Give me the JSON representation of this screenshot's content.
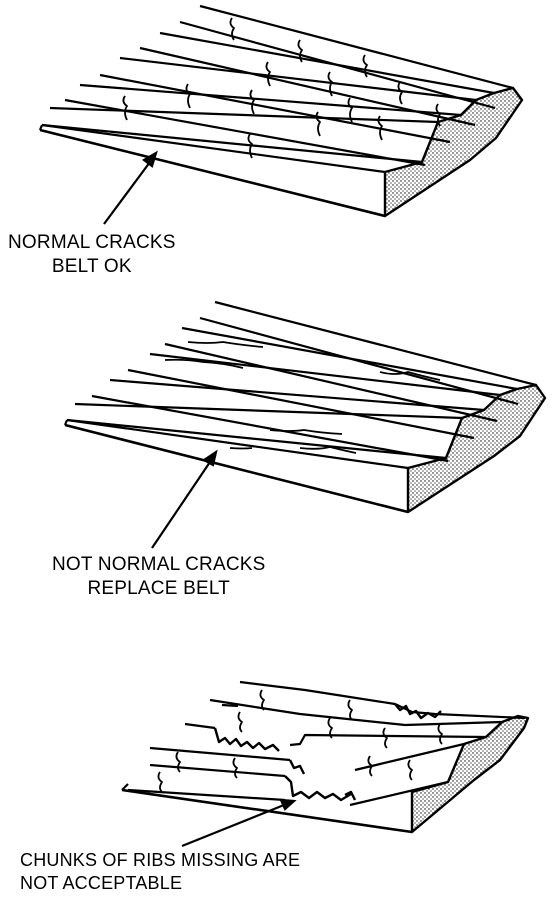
{
  "figure": {
    "panels": [
      {
        "id": "normal",
        "caption_lines": [
          "NORMAL CRACKS",
          "BELT OK"
        ]
      },
      {
        "id": "not-normal",
        "caption_lines": [
          "NOT NORMAL CRACKS",
          "REPLACE BELT"
        ]
      },
      {
        "id": "chunks-missing",
        "caption_lines": [
          "CHUNKS OF RIBS MISSING ARE",
          "NOT ACCEPTABLE"
        ]
      }
    ]
  },
  "colors": {
    "ink": "#000000",
    "paper": "#ffffff",
    "stipple": "#8a8a8a"
  }
}
